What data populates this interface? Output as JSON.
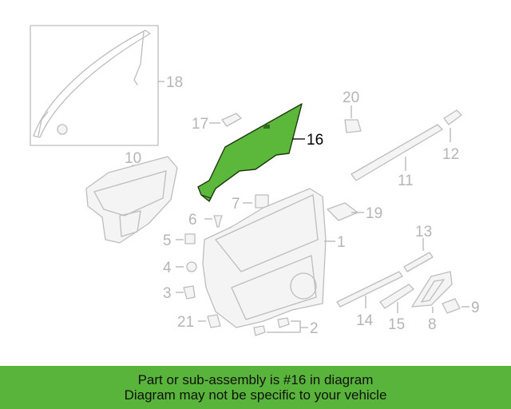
{
  "highlight_color": "#5cb83b",
  "banner": {
    "line1": "Part or sub-assembly is #16 in diagram",
    "line2": "Diagram may not be specific to your vehicle",
    "color": "#58b43a"
  },
  "callouts": {
    "c1": "1",
    "c2": "2",
    "c3": "3",
    "c4": "4",
    "c5": "5",
    "c6": "6",
    "c7": "7",
    "c8": "8",
    "c9": "9",
    "c10": "10",
    "c11": "11",
    "c12": "12",
    "c13": "13",
    "c14": "14",
    "c15": "15",
    "c16": "16",
    "c17": "17",
    "c18": "18",
    "c19": "19",
    "c20": "20",
    "c21": "21"
  }
}
